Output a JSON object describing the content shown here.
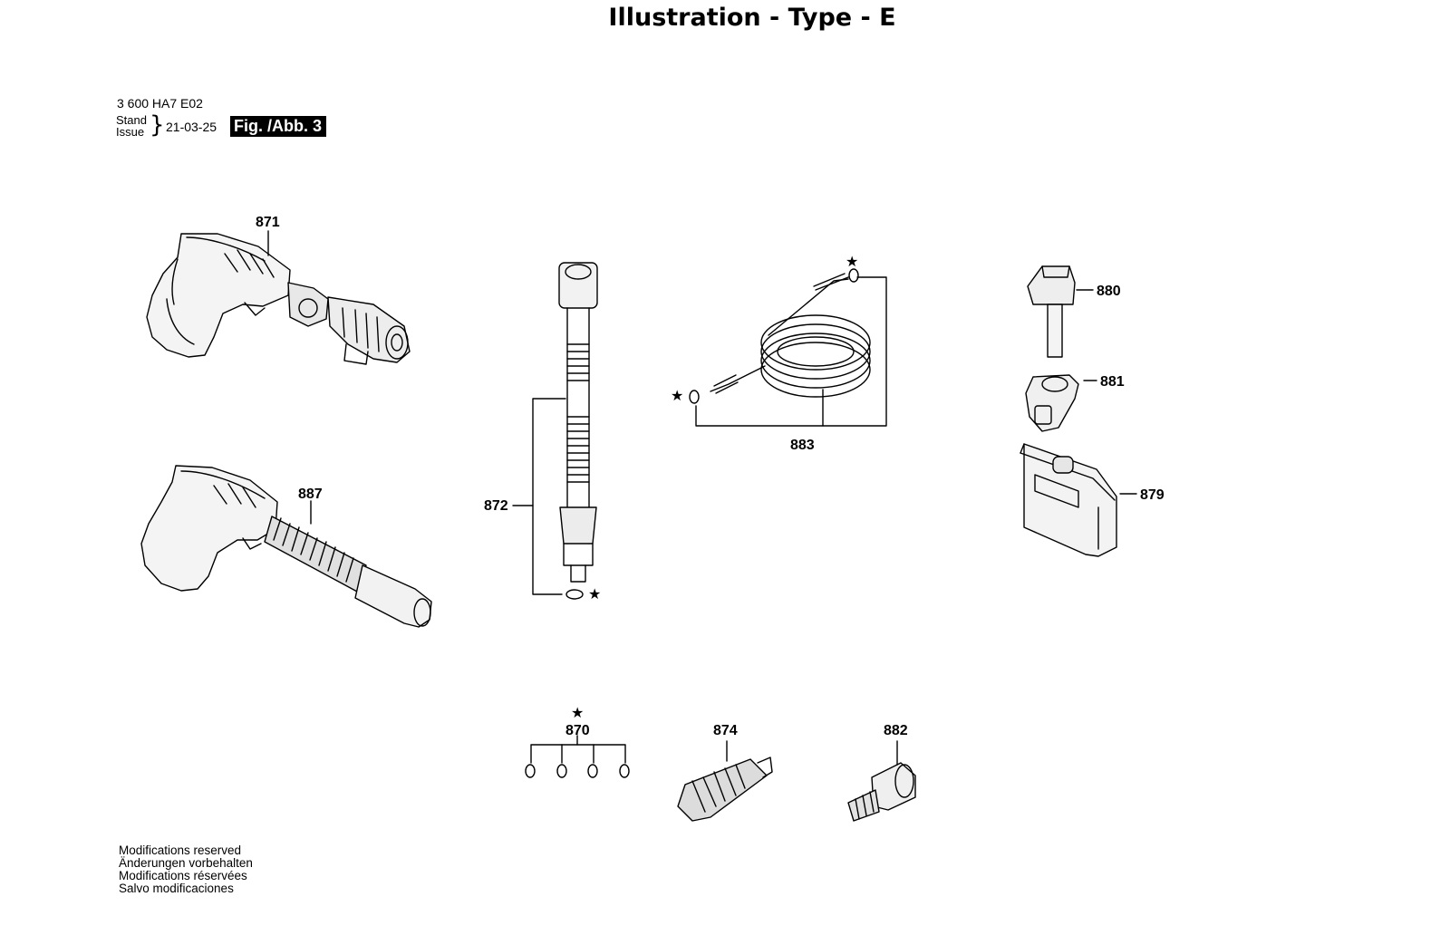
{
  "title": "Illustration - Type - E",
  "header": {
    "doc_number": "3 600 HA7 E02",
    "stand_label": "Stand",
    "issue_label": "Issue",
    "date": "21-03-25",
    "fig_label": "Fig. /Abb. 3"
  },
  "callouts": {
    "p871": "871",
    "p887": "887",
    "p872": "872",
    "p883": "883",
    "p880": "880",
    "p881": "881",
    "p879": "879",
    "p870": "870",
    "p874": "874",
    "p882": "882"
  },
  "star_symbol": "★",
  "footer": [
    "Modifications reserved",
    "Änderungen vorbehalten",
    "Modifications réservées",
    "Salvo modificaciones"
  ]
}
